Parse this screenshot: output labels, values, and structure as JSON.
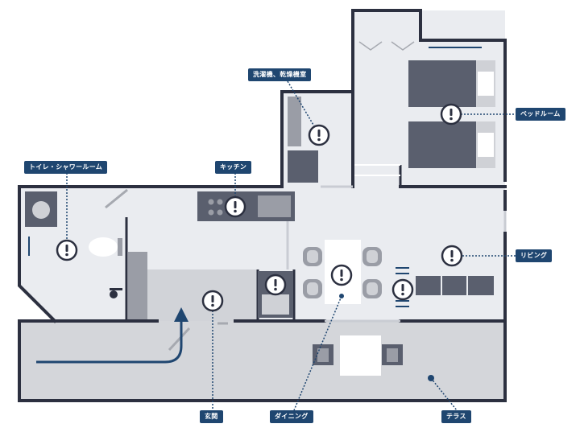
{
  "labels": {
    "laundry": "洗濯機、乾燥機室",
    "bedroom": "ベッドルーム",
    "toilet_shower": "トイレ・シャワールーム",
    "kitchen": "キッチン",
    "living": "リビング",
    "entrance": "玄関",
    "dining": "ダイニング",
    "terrace": "テラス"
  },
  "icons": {
    "info": "exclamation-info-icon",
    "entry": "entry-arrow-icon",
    "point": "terrace-point-icon"
  },
  "colors": {
    "wall": "#2c3040",
    "floor": "#eaecf0",
    "terrace_floor": "#d4d6da",
    "genkan_floor": "#d1d3d8",
    "furniture_dark": "#5a5f6e",
    "furniture_mid": "#9a9da6",
    "furniture_light": "#cfd1d6",
    "accent": "#1f4670"
  }
}
